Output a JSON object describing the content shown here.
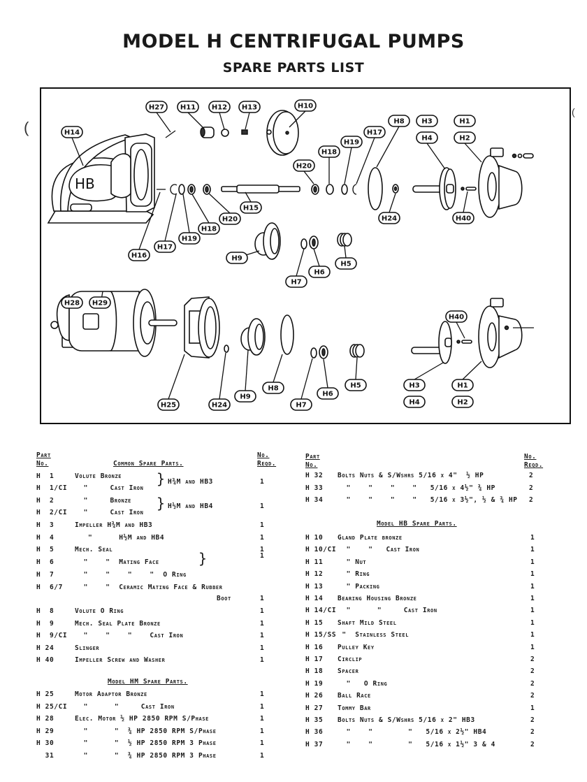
{
  "document": {
    "title": "MODEL H CENTRIFUGAL PUMPS",
    "subtitle": "SPARE PARTS LIST"
  },
  "diagram": {
    "housing_text": "HB",
    "callouts_top": [
      "H27",
      "H11",
      "H12",
      "H13",
      "H10",
      "H14",
      "H20",
      "H18",
      "H19",
      "H17",
      "H8",
      "H3",
      "H4",
      "H1",
      "H2",
      "H16",
      "H17",
      "H19",
      "H18",
      "H20",
      "H15",
      "H24",
      "H40",
      "H9",
      "H7",
      "H6",
      "H5"
    ],
    "callouts_bottom": [
      "H28",
      "H29",
      "H25",
      "H24",
      "H9",
      "H8",
      "H7",
      "H6",
      "H5",
      "H40",
      "H3",
      "H4",
      "H1",
      "H2"
    ]
  },
  "left_column": {
    "header_part": "Part",
    "header_no": "No.",
    "header_qty_1": "No.",
    "header_qty_2": "Reqd.",
    "section_common": "Common Spare Parts.",
    "common_rows": [
      {
        "part": "H  1",
        "desc": "Volute Bronze",
        "qty": ""
      },
      {
        "part": "H  1/CI",
        "desc": "  \"     Cast Iron",
        "qty": ""
      },
      {
        "part": "H  2",
        "desc": "  \"     Bronze",
        "qty": ""
      },
      {
        "part": "H  2/CI",
        "desc": "  \"     Cast Iron",
        "qty": ""
      },
      {
        "part": "H  3",
        "desc": "Impeller H¾M and HB3",
        "qty": "1"
      },
      {
        "part": "H  4",
        "desc": "   \"      H½M and HB4",
        "qty": "1"
      },
      {
        "part": "H  5",
        "desc": "Mech. Seal",
        "qty": "1"
      },
      {
        "part": "H  6",
        "desc": "  \"    \"  Mating Face",
        "qty": ""
      },
      {
        "part": "H  7",
        "desc": "  \"    \"    \"    \"  O Ring",
        "qty": ""
      },
      {
        "part": "H  6/7",
        "desc": "  \"    \"  Ceramic Mating Face & Rubber",
        "qty": ""
      },
      {
        "part": "",
        "desc": "Boot",
        "qty": "1"
      },
      {
        "part": "H  8",
        "desc": "Volute O Ring",
        "qty": "1"
      },
      {
        "part": "H  9",
        "desc": "Mech. Seal Plate Bronze",
        "qty": "1"
      },
      {
        "part": "H  9/CI",
        "desc": "  \"    \"    \"    Cast Iron",
        "qty": "1"
      },
      {
        "part": "H 24",
        "desc": "Slinger",
        "qty": "1"
      },
      {
        "part": "H 40",
        "desc": "Impeller Screw and Washer",
        "qty": "1"
      }
    ],
    "group_note_1": "H¾M and HB3",
    "group_qty_1": "1",
    "group_note_2": "H½M and HB4",
    "group_qty_2": "1",
    "group_qty_3": "1",
    "section_hm": "Model HM Spare Parts.",
    "hm_rows": [
      {
        "part": "H 25",
        "desc": "Motor Adaptor Bronze",
        "qty": "1"
      },
      {
        "part": "H 25/CI",
        "desc": "  \"      \"     Cast Iron",
        "qty": "1"
      },
      {
        "part": "H 28",
        "desc": "Elec. Motor ½ HP 2850 RPM S/Phase",
        "qty": "1"
      },
      {
        "part": "H 29",
        "desc": "  \"      \"  ¾ HP 2850 RPM S/Phase",
        "qty": "1"
      },
      {
        "part": "H 30",
        "desc": "  \"      \"  ½ HP 2850 RPM 3 Phase",
        "qty": "1"
      },
      {
        "part": "  31",
        "desc": "  \"      \"  ¾ HP 2850 RPM 3 Phase",
        "qty": "1"
      }
    ]
  },
  "right_column": {
    "header_part": "Part",
    "header_no": "No.",
    "header_qty_1": "No.",
    "header_qty_2": "Reqd.",
    "bolt_rows": [
      {
        "part": "H 32",
        "desc": "Bolts Nuts & S/Wshrs 5/16 x 4\"  ½ HP",
        "qty": "2"
      },
      {
        "part": "H 33",
        "desc": "  \"    \"    \"    \"   5/16 x 4½\" ¾ HP",
        "qty": "2"
      },
      {
        "part": "H 34",
        "desc": "  \"    \"    \"    \"   5/16 x 3½\", ½ & ¾ HP",
        "qty": "2"
      }
    ],
    "section_hb": "Model HB Spare Parts.",
    "hb_rows": [
      {
        "part": "H 10",
        "desc": "Gland Plate bronze",
        "qty": "1"
      },
      {
        "part": "H 10/CI",
        "desc": "  \"    \"   Cast Iron",
        "qty": "1"
      },
      {
        "part": "H 11",
        "desc": "  \" Nut",
        "qty": "1"
      },
      {
        "part": "H 12",
        "desc": "  \" Ring",
        "qty": "1"
      },
      {
        "part": "H 13",
        "desc": "  \" Packing",
        "qty": "1"
      },
      {
        "part": "H 14",
        "desc": "Bearing Housing Bronze",
        "qty": "1"
      },
      {
        "part": "H 14/CI",
        "desc": "  \"      \"     Cast Iron",
        "qty": "1"
      },
      {
        "part": "H 15",
        "desc": "Shaft Mild Steel",
        "qty": "1"
      },
      {
        "part": "H 15/SS",
        "desc": " \"  Stainless Steel",
        "qty": "1"
      },
      {
        "part": "H 16",
        "desc": "Pulley Key",
        "qty": "1"
      },
      {
        "part": "H 17",
        "desc": "Circlip",
        "qty": "2"
      },
      {
        "part": "H 18",
        "desc": "Spacer",
        "qty": "2"
      },
      {
        "part": "H 19",
        "desc": "  \"   O Ring",
        "qty": "2"
      },
      {
        "part": "H 26",
        "desc": "Ball Race",
        "qty": "2"
      },
      {
        "part": "H 27",
        "desc": "Tommy Bar",
        "qty": "1"
      },
      {
        "part": "H 35",
        "desc": "Bolts Nuts & S/Wshrs 5/16 x 2\" HB3",
        "qty": "2"
      },
      {
        "part": "H 36",
        "desc": "  \"    \"        \"   5/16 x 2½\" HB4",
        "qty": "2"
      },
      {
        "part": "H 37",
        "desc": "  \"    \"        \"   5/16 x 1½\" 3 & 4",
        "qty": "2"
      }
    ]
  }
}
